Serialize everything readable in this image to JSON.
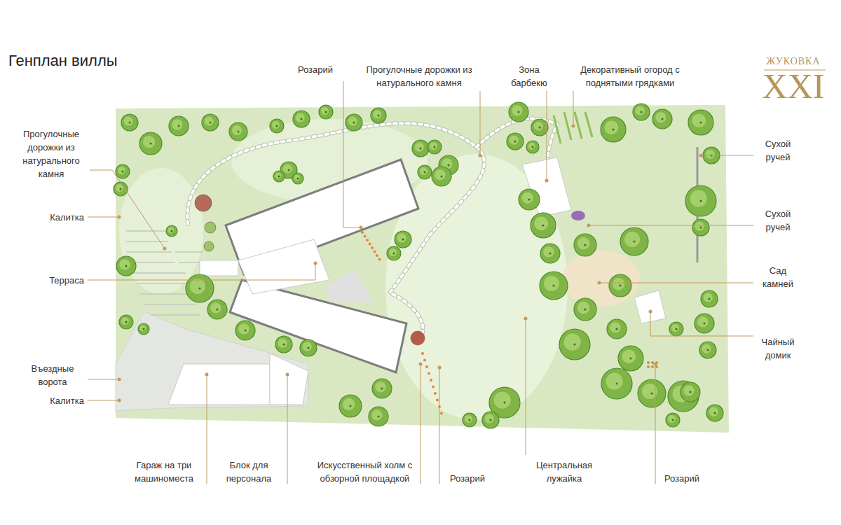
{
  "diagram": {
    "title": "Генплан виллы",
    "labels": [
      "Розарий",
      "Прогулочные дорожки из натурального камня",
      "Зона барбекю",
      "Декоративный огород с поднятыми грядками",
      "Прогулочные дорожки из натурального камня",
      "Калитка",
      "Терраса",
      "Въездные ворота",
      "Калитка",
      "Гараж на три машиноместа",
      "Блок для персонала",
      "Искусственный холм с обзорной площадкой",
      "Розарий",
      "Центральная лужайка",
      "Розарий",
      "Сухой ручей",
      "Сухой ручей",
      "Сад камней",
      "Чайный домик",
      "ЖУКОВКА",
      "XXI"
    ]
  }
}
